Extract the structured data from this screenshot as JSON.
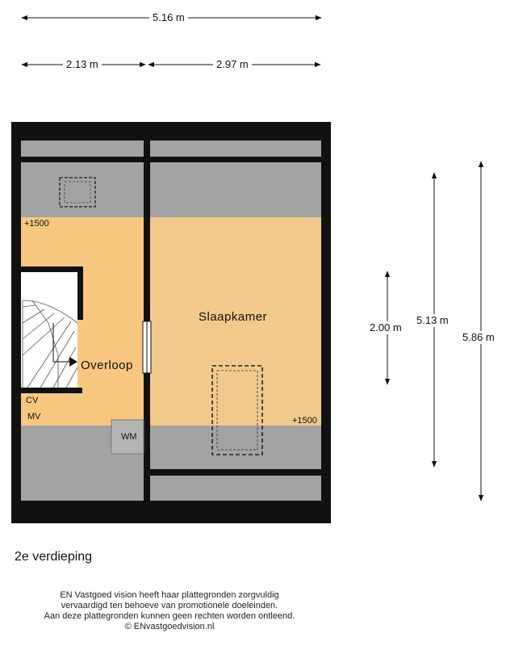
{
  "dimensions": {
    "total_width": "5.16 m",
    "left_width": "2.13 m",
    "right_width": "2.97 m",
    "height_inner": "2.00 m",
    "height_mid": "5.13 m",
    "height_total": "5.86 m"
  },
  "rooms": {
    "bedroom": "Slaapkamer",
    "landing": "Overloop",
    "cv": "CV",
    "mv": "MV",
    "wm": "WM"
  },
  "levels": {
    "left": "+1500",
    "right": "+1500"
  },
  "floor_title": "2e verdieping",
  "disclaimer": {
    "line1": "EN Vastgoed vision heeft haar plattegronden zorgvuldig",
    "line2": "vervaardigd ten behoeve van promotionele doeleinden.",
    "line3": "Aan deze plattegronden kunnen geen rechten worden ontleend.",
    "line4": "© ENvastgoedvision.nl"
  },
  "colors": {
    "wall": "#111111",
    "floor_warm": "#f7c77f",
    "floor_bedroom": "#f1c98a",
    "floor_grey": "#a3a3a3",
    "floor_light": "#ffffff"
  }
}
